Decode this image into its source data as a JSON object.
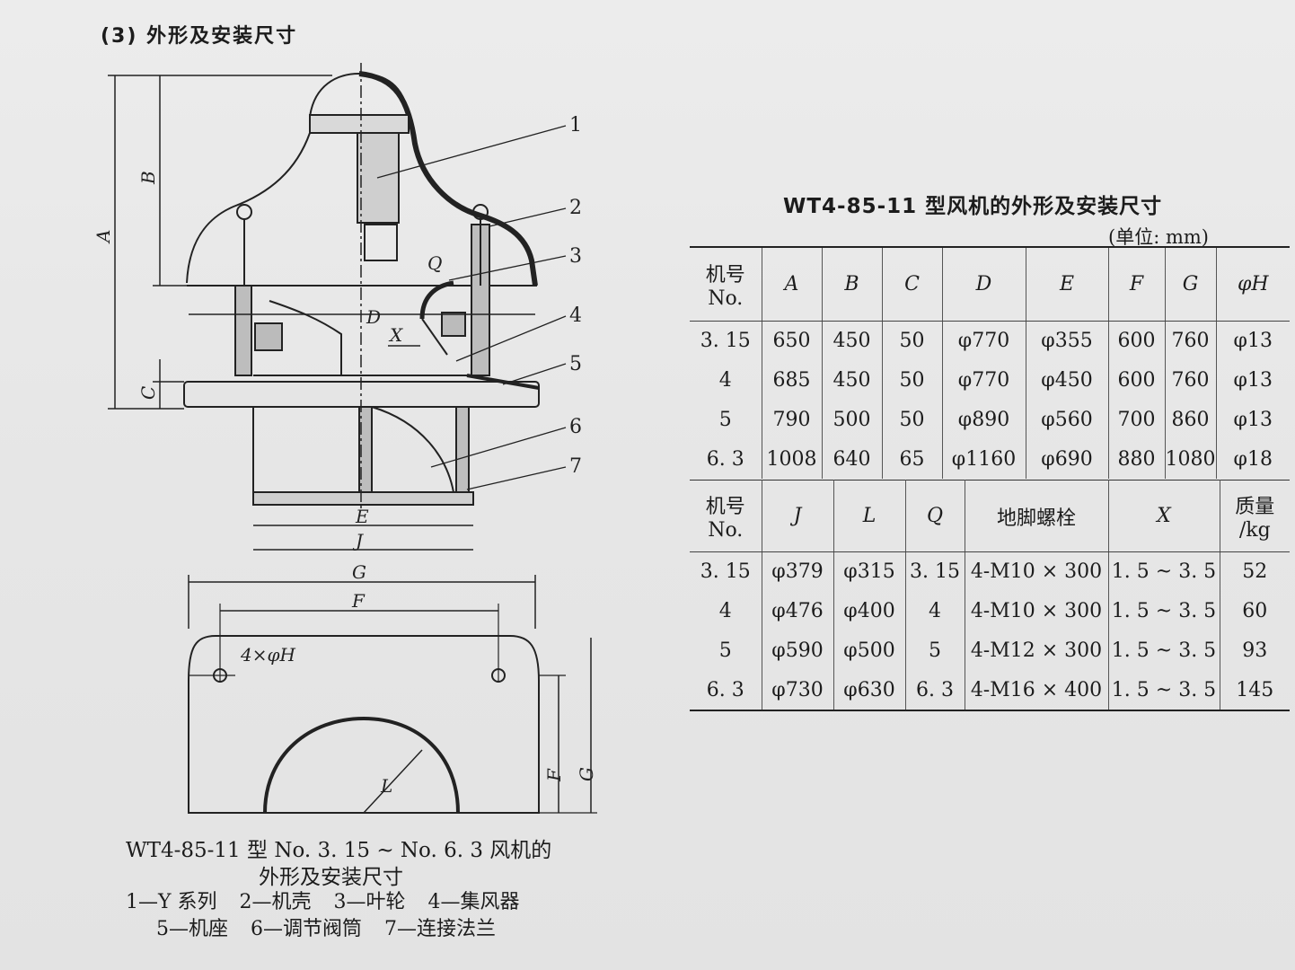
{
  "section_heading": "(3) 外形及安装尺寸",
  "figure": {
    "callouts": [
      "1",
      "2",
      "3",
      "4",
      "5",
      "6",
      "7"
    ],
    "dimensions": {
      "A": "A",
      "B": "B",
      "C": "C",
      "D": "D",
      "X": "X",
      "Q": "Q",
      "E": "E",
      "J": "J",
      "G": "G",
      "F": "F",
      "L": "L",
      "holes": "4×φH"
    },
    "caption_line1": "WT4-85-11 型 No. 3. 15 ~ No. 6. 3 风机的",
    "caption_line2": "外形及安装尺寸",
    "legend": [
      "1—Y 系列",
      "2—机壳",
      "3—叶轮",
      "4—集风器",
      "5—机座",
      "6—调节阀筒",
      "7—连接法兰"
    ]
  },
  "table": {
    "title": "WT4-85-11 型风机的外形及安装尺寸",
    "unit": "(单位: mm)",
    "part1": {
      "header": {
        "model_cn": "机号",
        "model_en": "No.",
        "cols": [
          "A",
          "B",
          "C",
          "D",
          "E",
          "F",
          "G",
          "φH"
        ]
      },
      "rows": [
        [
          "3. 15",
          "650",
          "450",
          "50",
          "φ770",
          "φ355",
          "600",
          "760",
          "φ13"
        ],
        [
          "4",
          "685",
          "450",
          "50",
          "φ770",
          "φ450",
          "600",
          "760",
          "φ13"
        ],
        [
          "5",
          "790",
          "500",
          "50",
          "φ890",
          "φ560",
          "700",
          "860",
          "φ13"
        ],
        [
          "6. 3",
          "1008",
          "640",
          "65",
          "φ1160",
          "φ690",
          "880",
          "1080",
          "φ18"
        ]
      ]
    },
    "part2": {
      "header": {
        "model_cn": "机号",
        "model_en": "No.",
        "cols": [
          "J",
          "L",
          "Q",
          "地脚螺栓",
          "X"
        ],
        "mass_cn": "质量",
        "mass_unit": "/kg"
      },
      "rows": [
        [
          "3. 15",
          "φ379",
          "φ315",
          "3. 15",
          "4-M10 × 300",
          "1. 5 ~ 3. 5",
          "52"
        ],
        [
          "4",
          "φ476",
          "φ400",
          "4",
          "4-M10 × 300",
          "1. 5 ~ 3. 5",
          "60"
        ],
        [
          "5",
          "φ590",
          "φ500",
          "5",
          "4-M12 × 300",
          "1. 5 ~ 3. 5",
          "93"
        ],
        [
          "6. 3",
          "φ730",
          "φ630",
          "6. 3",
          "4-M16 × 400",
          "1. 5 ~ 3. 5",
          "145"
        ]
      ]
    }
  }
}
